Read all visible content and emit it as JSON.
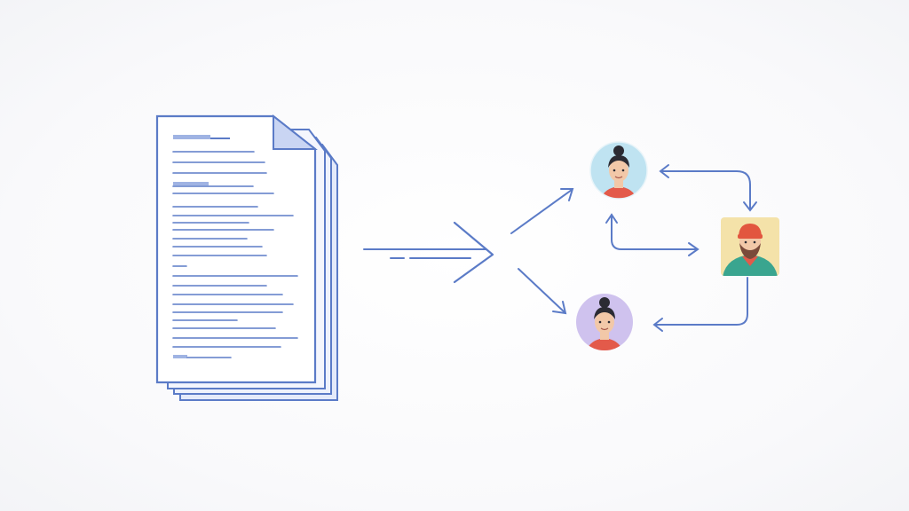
{
  "colors": {
    "line": "#5b7bc7",
    "line_light": "#9fb3e3",
    "paper": "#ffffff",
    "paper_shadow": "#dfe6f7",
    "fold": "#c9d5f3",
    "avatar_top_bg": "#bfe3f1",
    "avatar_bottom_bg": "#cfc2ee",
    "avatar_right_bg": "#f4e2a9",
    "shirt_red": "#e35a4a",
    "shirt_teal": "#3aa58f",
    "hat_red": "#e2563f",
    "skin": "#f2c8a8",
    "hair_dark": "#2b2b33"
  },
  "nodes": {
    "document": {
      "icon": "document-stack-icon"
    },
    "person_top": {
      "icon": "woman-avatar-icon"
    },
    "person_bottom": {
      "icon": "woman-bun-avatar-icon"
    },
    "person_right": {
      "icon": "bearded-man-avatar-icon"
    }
  },
  "edges": [
    {
      "from": "document",
      "to": "split"
    },
    {
      "from": "split",
      "to": "person_top"
    },
    {
      "from": "split",
      "to": "person_bottom"
    },
    {
      "from": "person_right",
      "to": "person_top",
      "bidirectional": true
    },
    {
      "from": "person_top",
      "to": "person_right"
    },
    {
      "from": "person_right",
      "to": "person_bottom"
    }
  ]
}
